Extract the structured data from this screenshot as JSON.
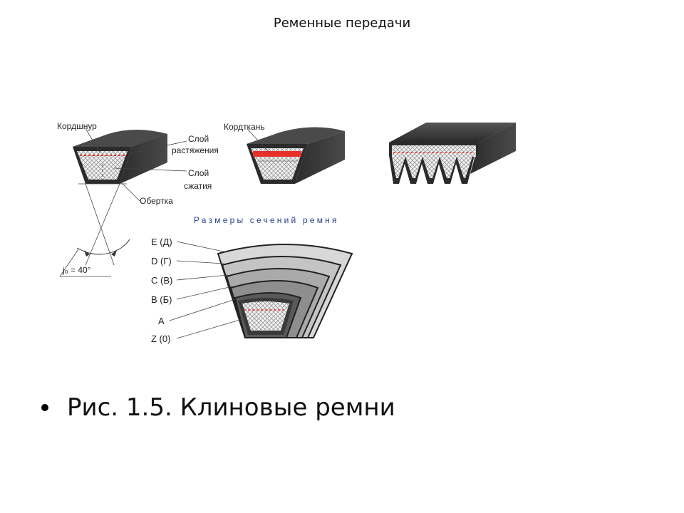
{
  "slide": {
    "title": "Ременные передачи"
  },
  "figure": {
    "labels": {
      "cord": "Кордшнур",
      "tension_layer_1": "Слой",
      "tension_layer_2": "растяжения",
      "compression_layer_1": "Слой",
      "compression_layer_2": "сжатия",
      "wrapper": "Обертка",
      "cord_fabric": "Кордткань",
      "angle": "j₀ = 40°",
      "sizes_heading": "Размеры сечений ремня"
    },
    "sections": [
      "E (Д)",
      "D (Г)",
      "C (B)",
      "B (Б)",
      "A",
      "Z (0)"
    ]
  },
  "caption": {
    "text": "Рис. 1.5. Клиновые ремни"
  },
  "colors": {
    "belt_dark": "#3a3a3a",
    "cord_red": "#e8302a",
    "heading_blue": "#2a3f8f"
  }
}
